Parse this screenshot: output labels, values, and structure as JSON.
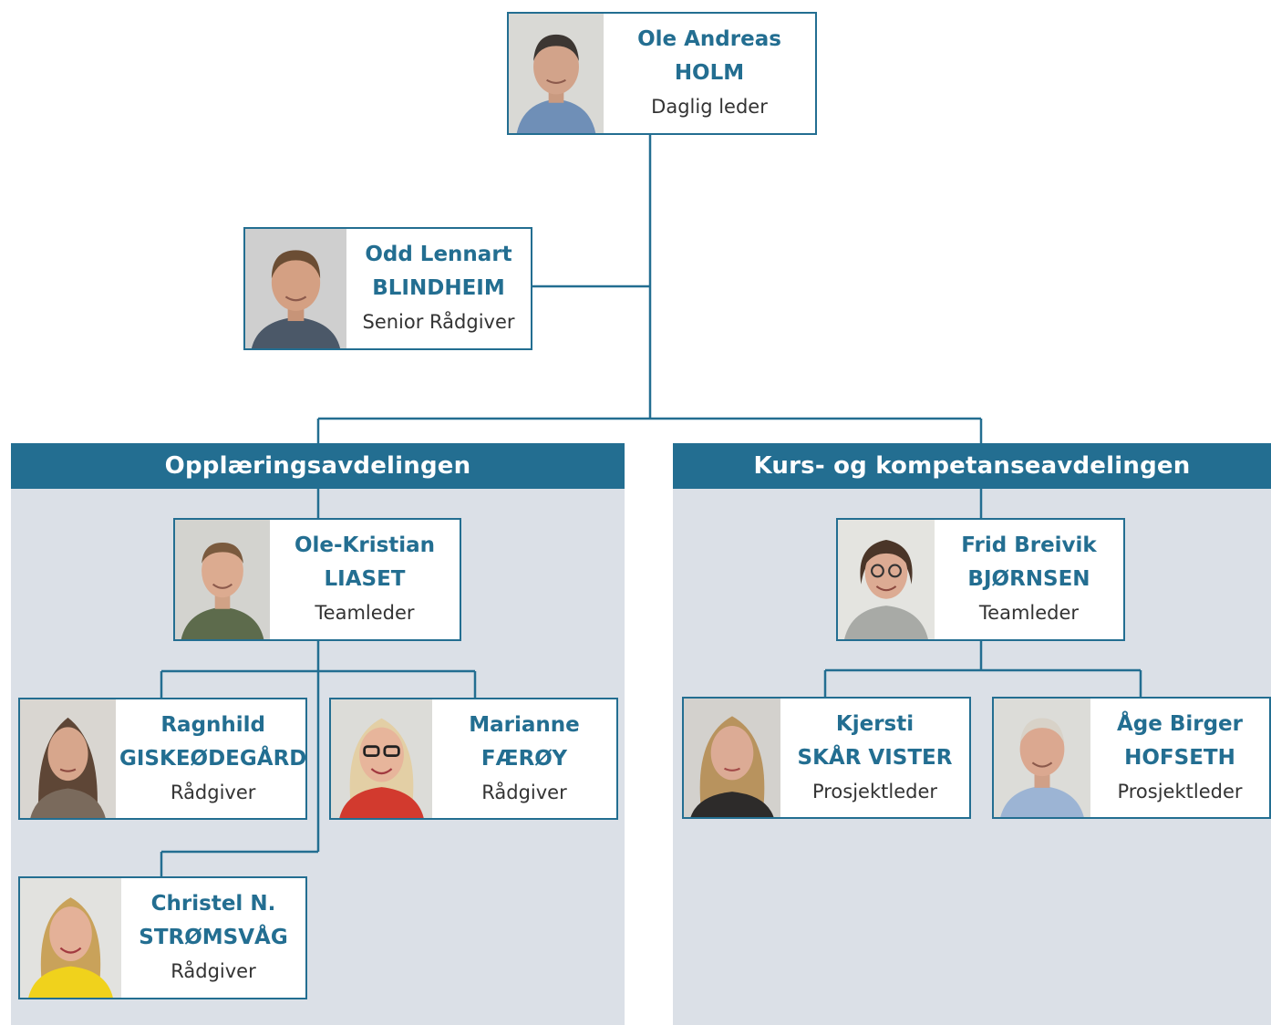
{
  "colors": {
    "accent": "#236e91",
    "department_background": "#dbe0e7",
    "role_text": "#333333"
  },
  "departments": [
    {
      "name": "Opplæringsavdelingen"
    },
    {
      "name": "Kurs- og kompetanseavdelingen"
    }
  ],
  "people": {
    "ole_andreas_holm": {
      "first": "Ole Andreas",
      "last": "HOLM",
      "role": "Daglig leder"
    },
    "odd_lennart_blindheim": {
      "first": "Odd Lennart",
      "last": "BLINDHEIM",
      "role": "Senior Rådgiver"
    },
    "ole_kristian_liaset": {
      "first": "Ole-Kristian",
      "last": "LIASET",
      "role": "Teamleder"
    },
    "frid_breivik_bjornsen": {
      "first": "Frid Breivik",
      "last": "BJØRNSEN",
      "role": "Teamleder"
    },
    "ragnhild_giskeodegard": {
      "first": "Ragnhild",
      "last": "GISKEØDEGÅRD",
      "role": "Rådgiver"
    },
    "marianne_faeroy": {
      "first": "Marianne",
      "last": "FÆRØY",
      "role": "Rådgiver"
    },
    "christel_stromsvag": {
      "first": "Christel N.",
      "last": "STRØMSVÅG",
      "role": "Rådgiver"
    },
    "kjersti_skar_vister": {
      "first": "Kjersti",
      "last": "SKÅR VISTER",
      "role": "Prosjektleder"
    },
    "age_birger_hofseth": {
      "first": "Åge Birger",
      "last": "HOFSETH",
      "role": "Prosjektleder"
    }
  }
}
